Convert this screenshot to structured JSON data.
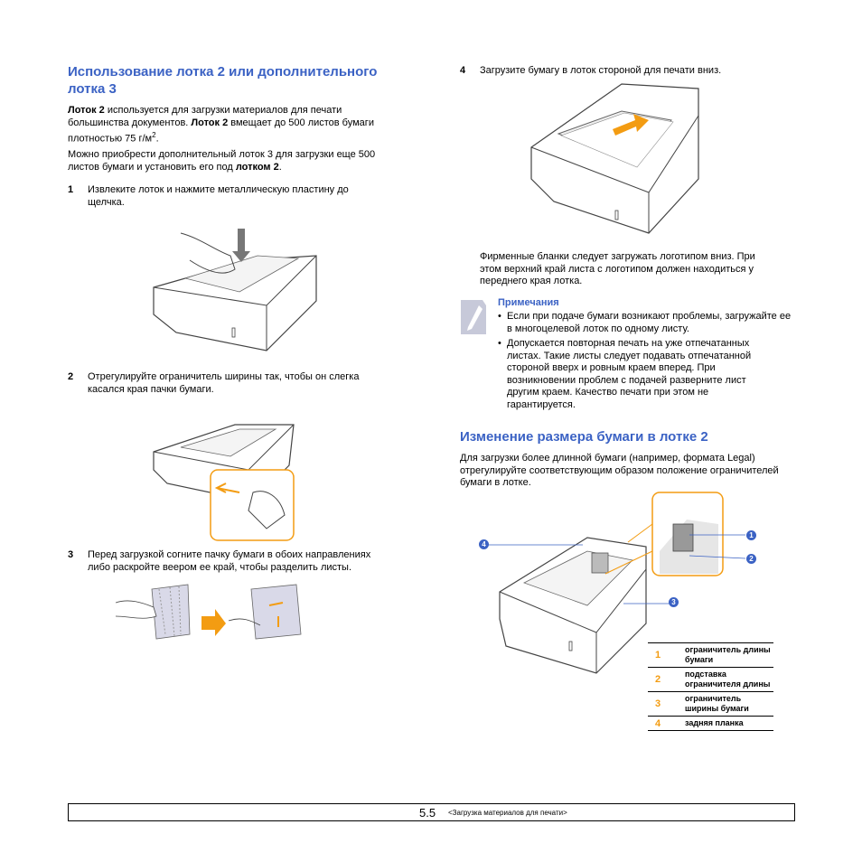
{
  "left": {
    "heading": "Использование лотка 2 или дополнительного лотка 3",
    "para1_b1": "Лоток 2",
    "para1_t1": " используется для загрузки материалов для печати большинства документов. ",
    "para1_b2": "Лоток 2",
    "para1_t2": " вмещает до 500 листов бумаги плотностью 75 г/м",
    "para1_sup": "2",
    "para1_end": ".",
    "para2_t": "Можно приобрести дополнительный лоток 3 для загрузки еще 500 листов бумаги и установить его под ",
    "para2_b": "лотком 2",
    "para2_end": ".",
    "steps": [
      {
        "num": "1",
        "text": "Извлеките лоток и нажмите металлическую пластину до щелчка."
      },
      {
        "num": "2",
        "text": "Отрегулируйте ограничитель ширины так, чтобы он слегка касался края пачки бумаги."
      },
      {
        "num": "3",
        "text": "Перед загрузкой согните пачку бумаги в обоих направлениях либо раскройте веером ее край, чтобы разделить листы."
      }
    ]
  },
  "right": {
    "step4": {
      "num": "4",
      "text": "Загрузите бумагу в лоток стороной для печати вниз."
    },
    "para_letterhead": "Фирменные бланки следует загружать логотипом вниз. При этом верхний край листа с логотипом должен находиться у переднего края лотка.",
    "note_title": "Примечания",
    "note_items": [
      "Если при подаче бумаги возникают проблемы, загружайте ее в многоцелевой лоток по одному листу.",
      "Допускается повторная печать на уже отпечатанных листах. Такие листы следует подавать отпечатанной стороной вверх и ровным краем вперед. При возникновении проблем с подачей разверните лист другим краем. Качество печати при этом не гарантируется."
    ],
    "heading2": "Изменение размера бумаги в лотке 2",
    "para_resize": "Для загрузки более длинной бумаги (например, формата Legal) отрегулируйте соответствующим образом положение ограничителей бумаги в лотке.",
    "callouts": [
      "1",
      "2",
      "3",
      "4"
    ],
    "legend": [
      {
        "num": "1",
        "text": "ограничитель длины бумаги"
      },
      {
        "num": "2",
        "text": "подставка ограничителя длины"
      },
      {
        "num": "3",
        "text": "ограничитель ширины бумаги"
      },
      {
        "num": "4",
        "text": "задняя планка"
      }
    ]
  },
  "footer": {
    "page": "5.5",
    "section": "<Загрузка материалов для печати>"
  },
  "colors": {
    "heading": "#3b62c4",
    "accent": "#f39c12"
  }
}
